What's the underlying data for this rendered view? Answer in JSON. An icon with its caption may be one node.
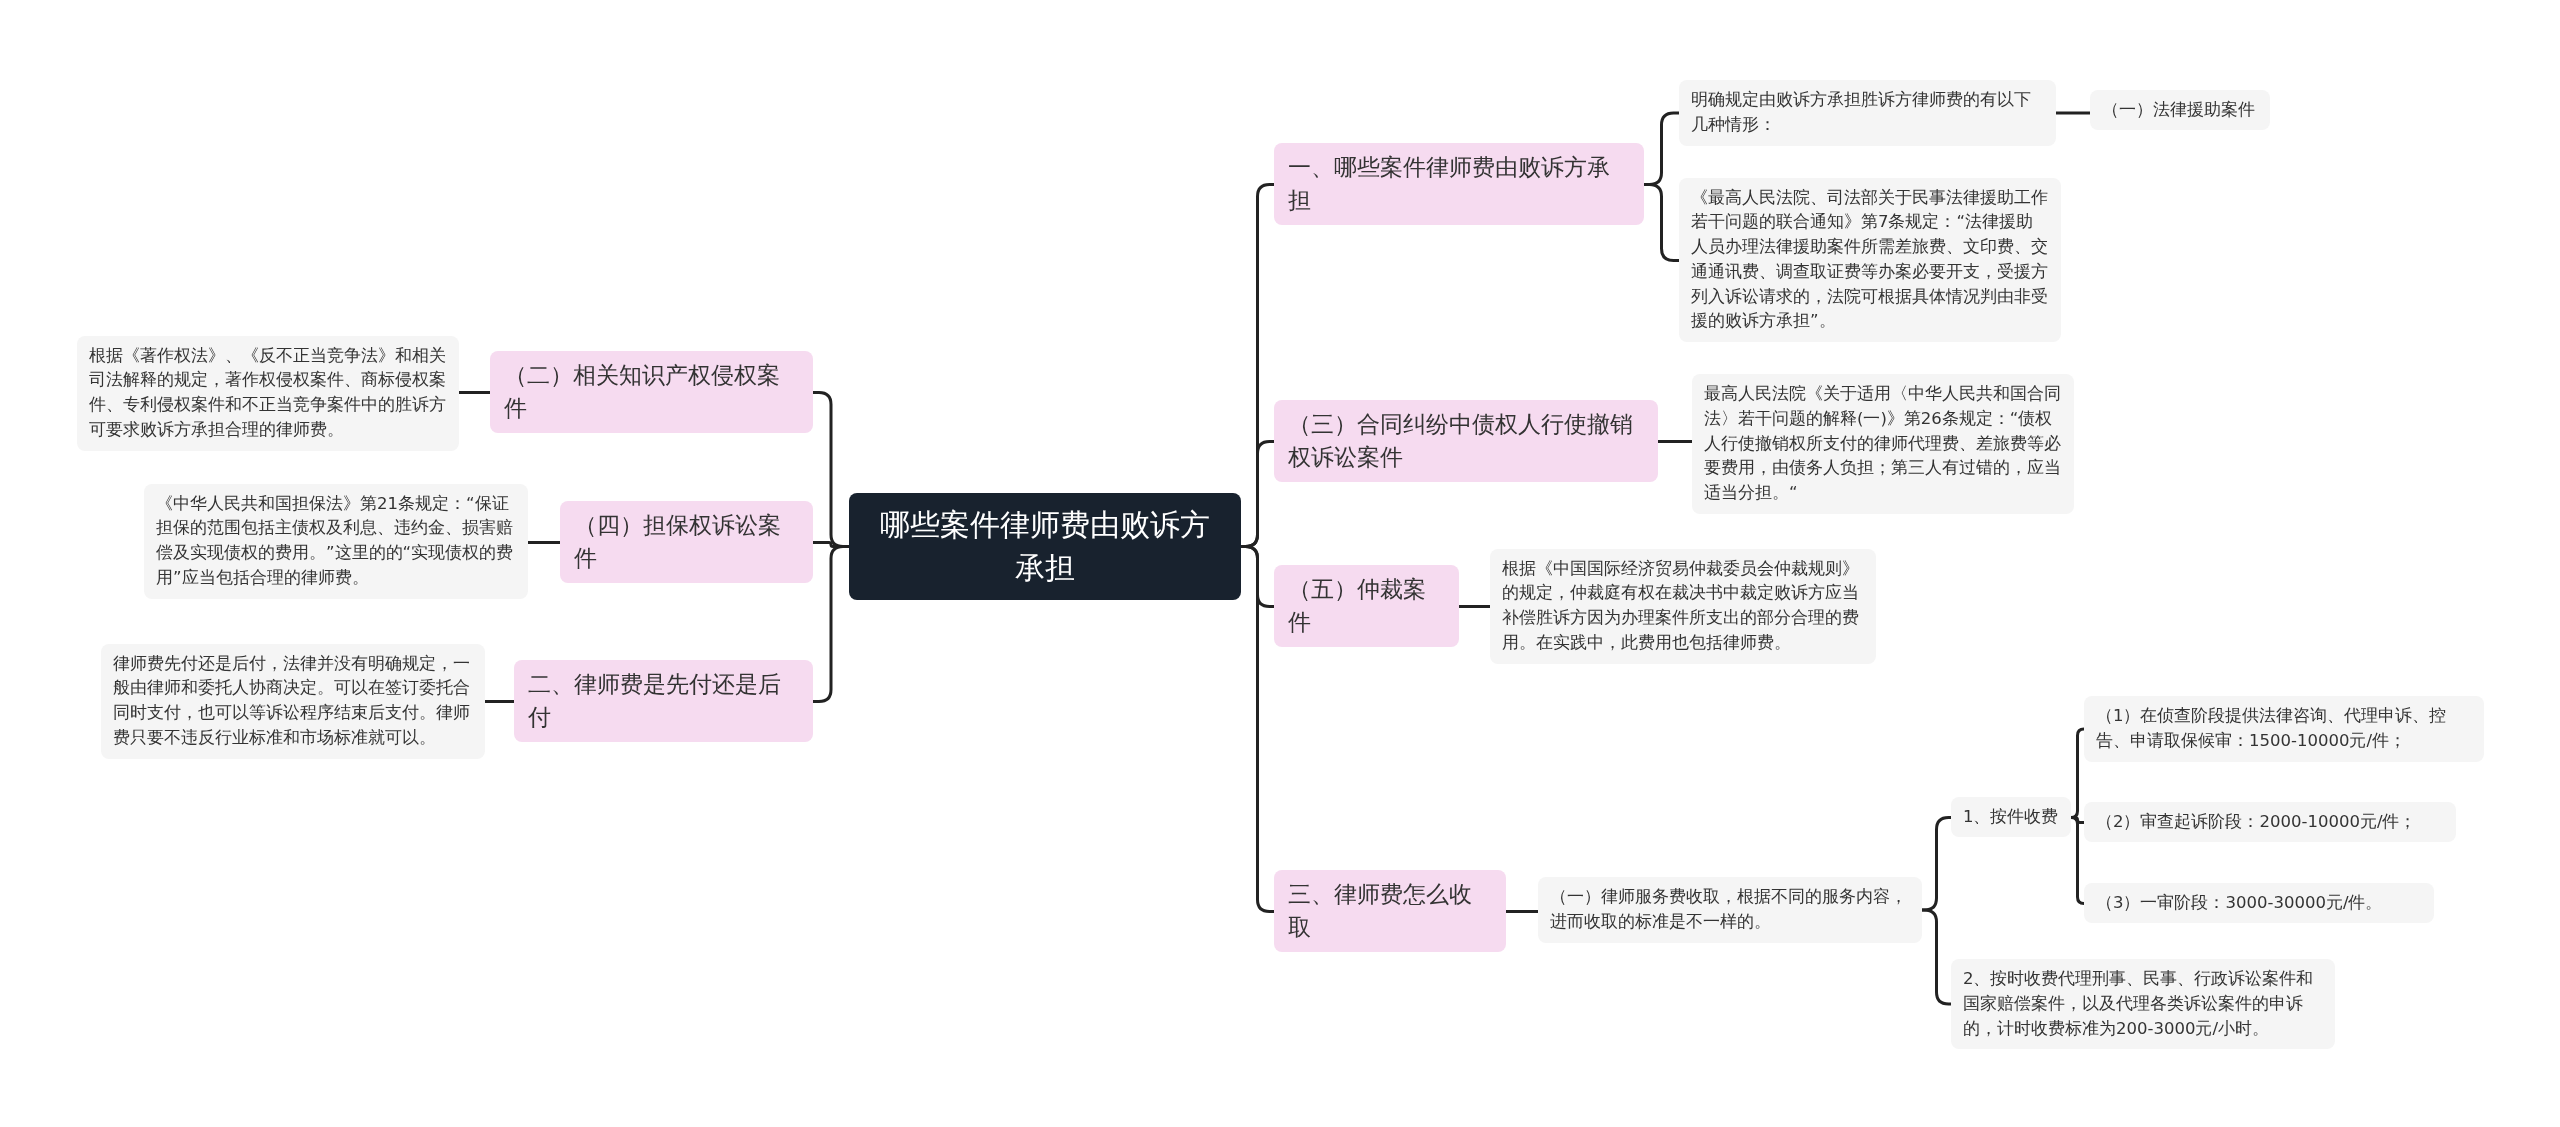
{
  "diagram": {
    "nodes": [
      {
        "text": [
          "哪些案件律师费由败诉方承担"
        ]
      },
      {
        "text": [
          "一、哪些案件律师费由败诉方承担"
        ]
      },
      {
        "text": [
          "明确规定由败诉方承担胜诉方律师费的有以下几种情形："
        ]
      },
      {
        "text": [
          "（一）法律援助案件"
        ]
      },
      {
        "text": [
          "《最高人民法院、司法部关于民事法律援助工作若干问题的联合通知》第7条规定：“法律援助人员办理法律援助案件所需差旅费、文印费、交通通讯费、调查取证费等办案必要开支，受援方列入诉讼请求的，法院可根据具体情况判由非受援的败诉方承担”。"
        ]
      },
      {
        "text": [
          "（三）合同纠纷中债权人行使撤销权诉讼案件"
        ]
      },
      {
        "text": [
          "最高人民法院《关于适用〈中华人民共和国合同法〉若干问题的解释(一)》第26条规定：“债权人行使撤销权所支付的律师代理费、差旅费等必要费用，由债务人负担；第三人有过错的，应当适当分担。“"
        ]
      },
      {
        "text": [
          "（五）仲裁案件"
        ]
      },
      {
        "text": [
          "根据《中国国际经济贸易仲裁委员会仲裁规则》的规定，仲裁庭有权在裁决书中裁定败诉方应当补偿胜诉方因为办理案件所支出的部分合理的费用。在实践中，此费用也包括律师费。"
        ]
      },
      {
        "text": [
          "三、律师费怎么收取"
        ]
      },
      {
        "text": [
          "（一）律师服务费收取，根据不同的服务内容，进而收取的标准是不一样的。"
        ]
      },
      {
        "text": [
          "1、按件收费"
        ]
      },
      {
        "text": [
          "（1）在侦查阶段提供法律咨询、代理申诉、控告、申请取保候审：1500-10000元/件；"
        ]
      },
      {
        "text": [
          "（2）审查起诉阶段：2000-10000元/件；"
        ]
      },
      {
        "text": [
          "（3）一审阶段：3000-30000元/件。"
        ]
      },
      {
        "text": [
          "2、按时收费代理刑事、民事、行政诉讼案件和国家赔偿案件，以及代理各类诉讼案件的申诉的，计时收费标准为200-3000元/小时。"
        ]
      },
      {
        "text": [
          "（二）相关知识产权侵权案件"
        ]
      },
      {
        "text": [
          "根据《著作权法》、《反不正当竞争法》和相关司法解释的规定，著作权侵权案件、商标侵权案件、专利侵权案件和不正当竞争案件中的胜诉方可要求败诉方承担合理的律师费。"
        ]
      },
      {
        "text": [
          "（四）担保权诉讼案件"
        ]
      },
      {
        "text": [
          "《中华人民共和国担保法》第21条规定：“保证担保的范围包括主债权及利息、违约金、损害赔偿及实现债权的费用。”这里的的“实现债权的费用”应当包括合理的律师费。"
        ]
      },
      {
        "text": [
          "二、律师费是先付还是后付"
        ]
      },
      {
        "text": [
          "律师费先付还是后付，法律并没有明确规定，一般由律师和委托人协商决定。可以在签订委托合同时支付，也可以等诉讼程序结束后支付。律师费只要不违反行业标准和市场标准就可以。"
        ]
      }
    ],
    "edges": [
      {
        "from": 0,
        "to": 1,
        "arrow": "none"
      },
      {
        "from": 1,
        "to": 2,
        "arrow": "none"
      },
      {
        "from": 2,
        "to": 3,
        "arrow": "none"
      },
      {
        "from": 1,
        "to": 4,
        "arrow": "none"
      },
      {
        "from": 0,
        "to": 5,
        "arrow": "none"
      },
      {
        "from": 5,
        "to": 6,
        "arrow": "none"
      },
      {
        "from": 0,
        "to": 7,
        "arrow": "none"
      },
      {
        "from": 7,
        "to": 8,
        "arrow": "none"
      },
      {
        "from": 0,
        "to": 9,
        "arrow": "none"
      },
      {
        "from": 9,
        "to": 10,
        "arrow": "none"
      },
      {
        "from": 10,
        "to": 11,
        "arrow": "none"
      },
      {
        "from": 11,
        "to": 12,
        "arrow": "none"
      },
      {
        "from": 11,
        "to": 13,
        "arrow": "none"
      },
      {
        "from": 11,
        "to": 14,
        "arrow": "none"
      },
      {
        "from": 10,
        "to": 15,
        "arrow": "none"
      },
      {
        "from": 0,
        "to": 16,
        "arrow": "none"
      },
      {
        "from": 16,
        "to": 17,
        "arrow": "none"
      },
      {
        "from": 0,
        "to": 18,
        "arrow": "none"
      },
      {
        "from": 18,
        "to": 19,
        "arrow": "none"
      },
      {
        "from": 0,
        "to": 20,
        "arrow": "none"
      },
      {
        "from": 20,
        "to": 21,
        "arrow": "none"
      }
    ]
  }
}
